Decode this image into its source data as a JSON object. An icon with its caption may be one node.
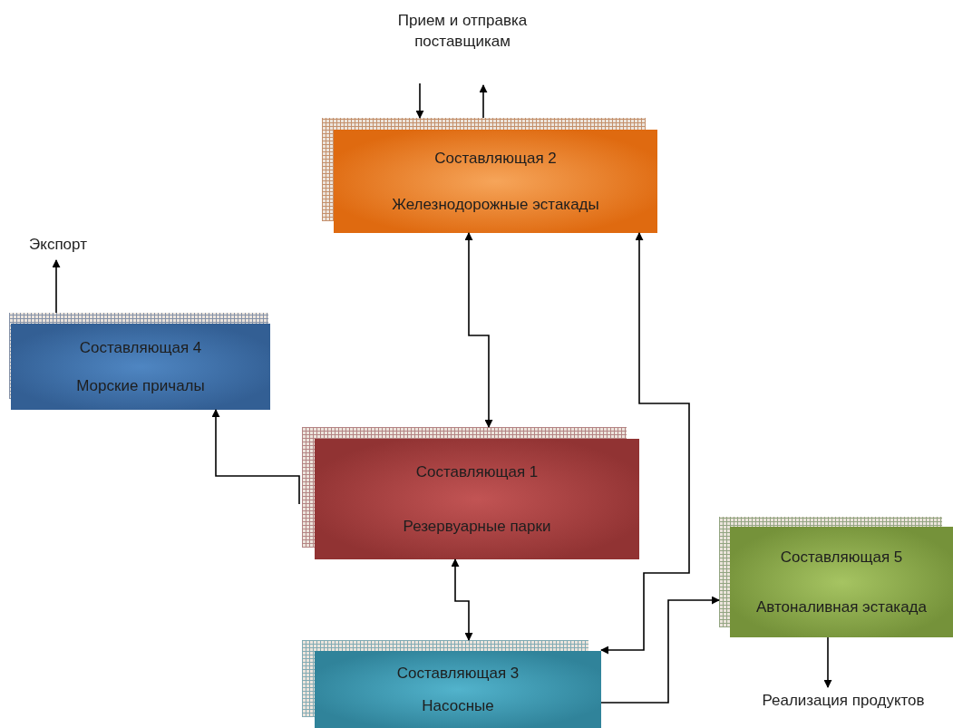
{
  "diagram": {
    "nodes": [
      {
        "text": [
          "Прием и отправка поставщикам"
        ]
      },
      {
        "text": [
          "Составляющая 2",
          "Железнодорожные эстакады"
        ]
      },
      {
        "text": [
          "Экспорт"
        ]
      },
      {
        "text": [
          "Составляющая 4",
          "Морские причалы"
        ]
      },
      {
        "text": [
          "Составляющая 1",
          "Резервуарные парки"
        ]
      },
      {
        "text": [
          "Составляющая 5",
          "Автоналивная эстакада"
        ]
      },
      {
        "text": [
          "Составляющая 3",
          "Насосные"
        ]
      },
      {
        "text": [
          "Реализация продуктов"
        ]
      }
    ],
    "edges": [
      {
        "from": 0,
        "to": 1,
        "arrow": "to"
      },
      {
        "from": 1,
        "to": 0,
        "arrow": "to"
      },
      {
        "from": 1,
        "to": 4,
        "arrow": "both"
      },
      {
        "from": 1,
        "to": 6,
        "arrow": "both"
      },
      {
        "from": 4,
        "to": 3,
        "arrow": "to"
      },
      {
        "from": 3,
        "to": 2,
        "arrow": "to"
      },
      {
        "from": 4,
        "to": 6,
        "arrow": "both"
      },
      {
        "from": 6,
        "to": 5,
        "arrow": "to"
      },
      {
        "from": 5,
        "to": 7,
        "arrow": "to"
      }
    ]
  }
}
